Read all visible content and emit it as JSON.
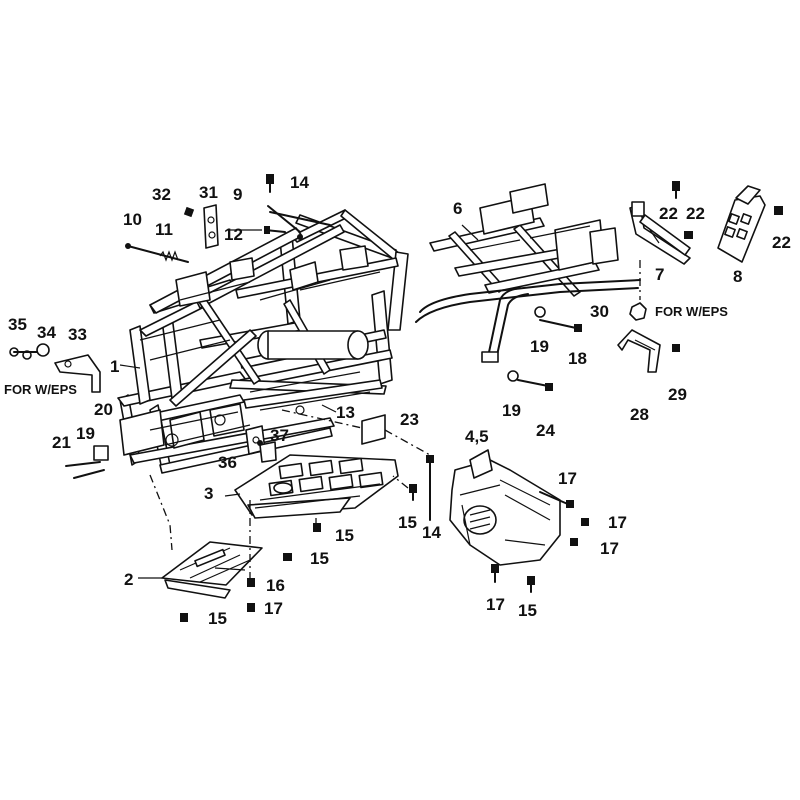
{
  "diagram": {
    "callouts": {
      "c1": "1",
      "c2": "2",
      "c3": "3",
      "c45": "4,5",
      "c6": "6",
      "c7": "7",
      "c8": "8",
      "c9": "9",
      "c10": "10",
      "c11": "11",
      "c12": "12",
      "c13": "13",
      "c14a": "14",
      "c14b": "14",
      "c15a": "15",
      "c15b": "15",
      "c15c": "15",
      "c15d": "15",
      "c15e": "15",
      "c16": "16",
      "c17a": "17",
      "c17b": "17",
      "c17c": "17",
      "c17d": "17",
      "c17e": "17",
      "c18": "18",
      "c19a": "19",
      "c19b": "19",
      "c19c": "19",
      "c20": "20",
      "c21": "21",
      "c22a": "22",
      "c22b": "22",
      "c22c": "22",
      "c23": "23",
      "c24": "24",
      "c28": "28",
      "c29": "29",
      "c30": "30",
      "c31": "31",
      "c32": "32",
      "c33": "33",
      "c34": "34",
      "c35": "35",
      "c36": "36",
      "c37": "37"
    },
    "notes": {
      "eps_left": "FOR W/EPS",
      "eps_right": "FOR W/EPS"
    }
  }
}
